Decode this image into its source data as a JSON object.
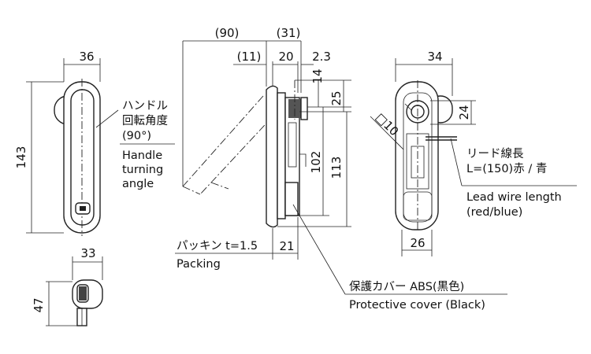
{
  "front_view": {
    "width_dim": "36",
    "height_dim": "143"
  },
  "key_view": {
    "width_dim": "33",
    "height_dim": "47"
  },
  "side_view": {
    "dim_90": "(90)",
    "dim_31": "(31)",
    "dim_11": "(11)",
    "dim_20": "20",
    "dim_2_3": "2.3",
    "dim_14": "14",
    "dim_25": "25",
    "dim_102": "102",
    "dim_113": "113",
    "dim_21": "21",
    "handle_angle_jp_1": "ハンドル",
    "handle_angle_jp_2": "回転角度",
    "handle_angle_value": "(90°)",
    "handle_angle_en_1": "Handle",
    "handle_angle_en_2": "turning",
    "handle_angle_en_3": "angle",
    "packing_jp": "パッキン t=1.5",
    "packing_en": "Packing",
    "cover_jp": "保護カバー ABS(黒色)",
    "cover_en": "Protective cover (Black)"
  },
  "rear_view": {
    "width_dim": "34",
    "square_dim": "□10",
    "dim_24": "24",
    "bottom_dim": "26",
    "lead_jp_1": "リード線長",
    "lead_jp_2": "L=(150)赤 / 青",
    "lead_en_1": "Lead wire length",
    "lead_en_2": "(red/blue)"
  }
}
